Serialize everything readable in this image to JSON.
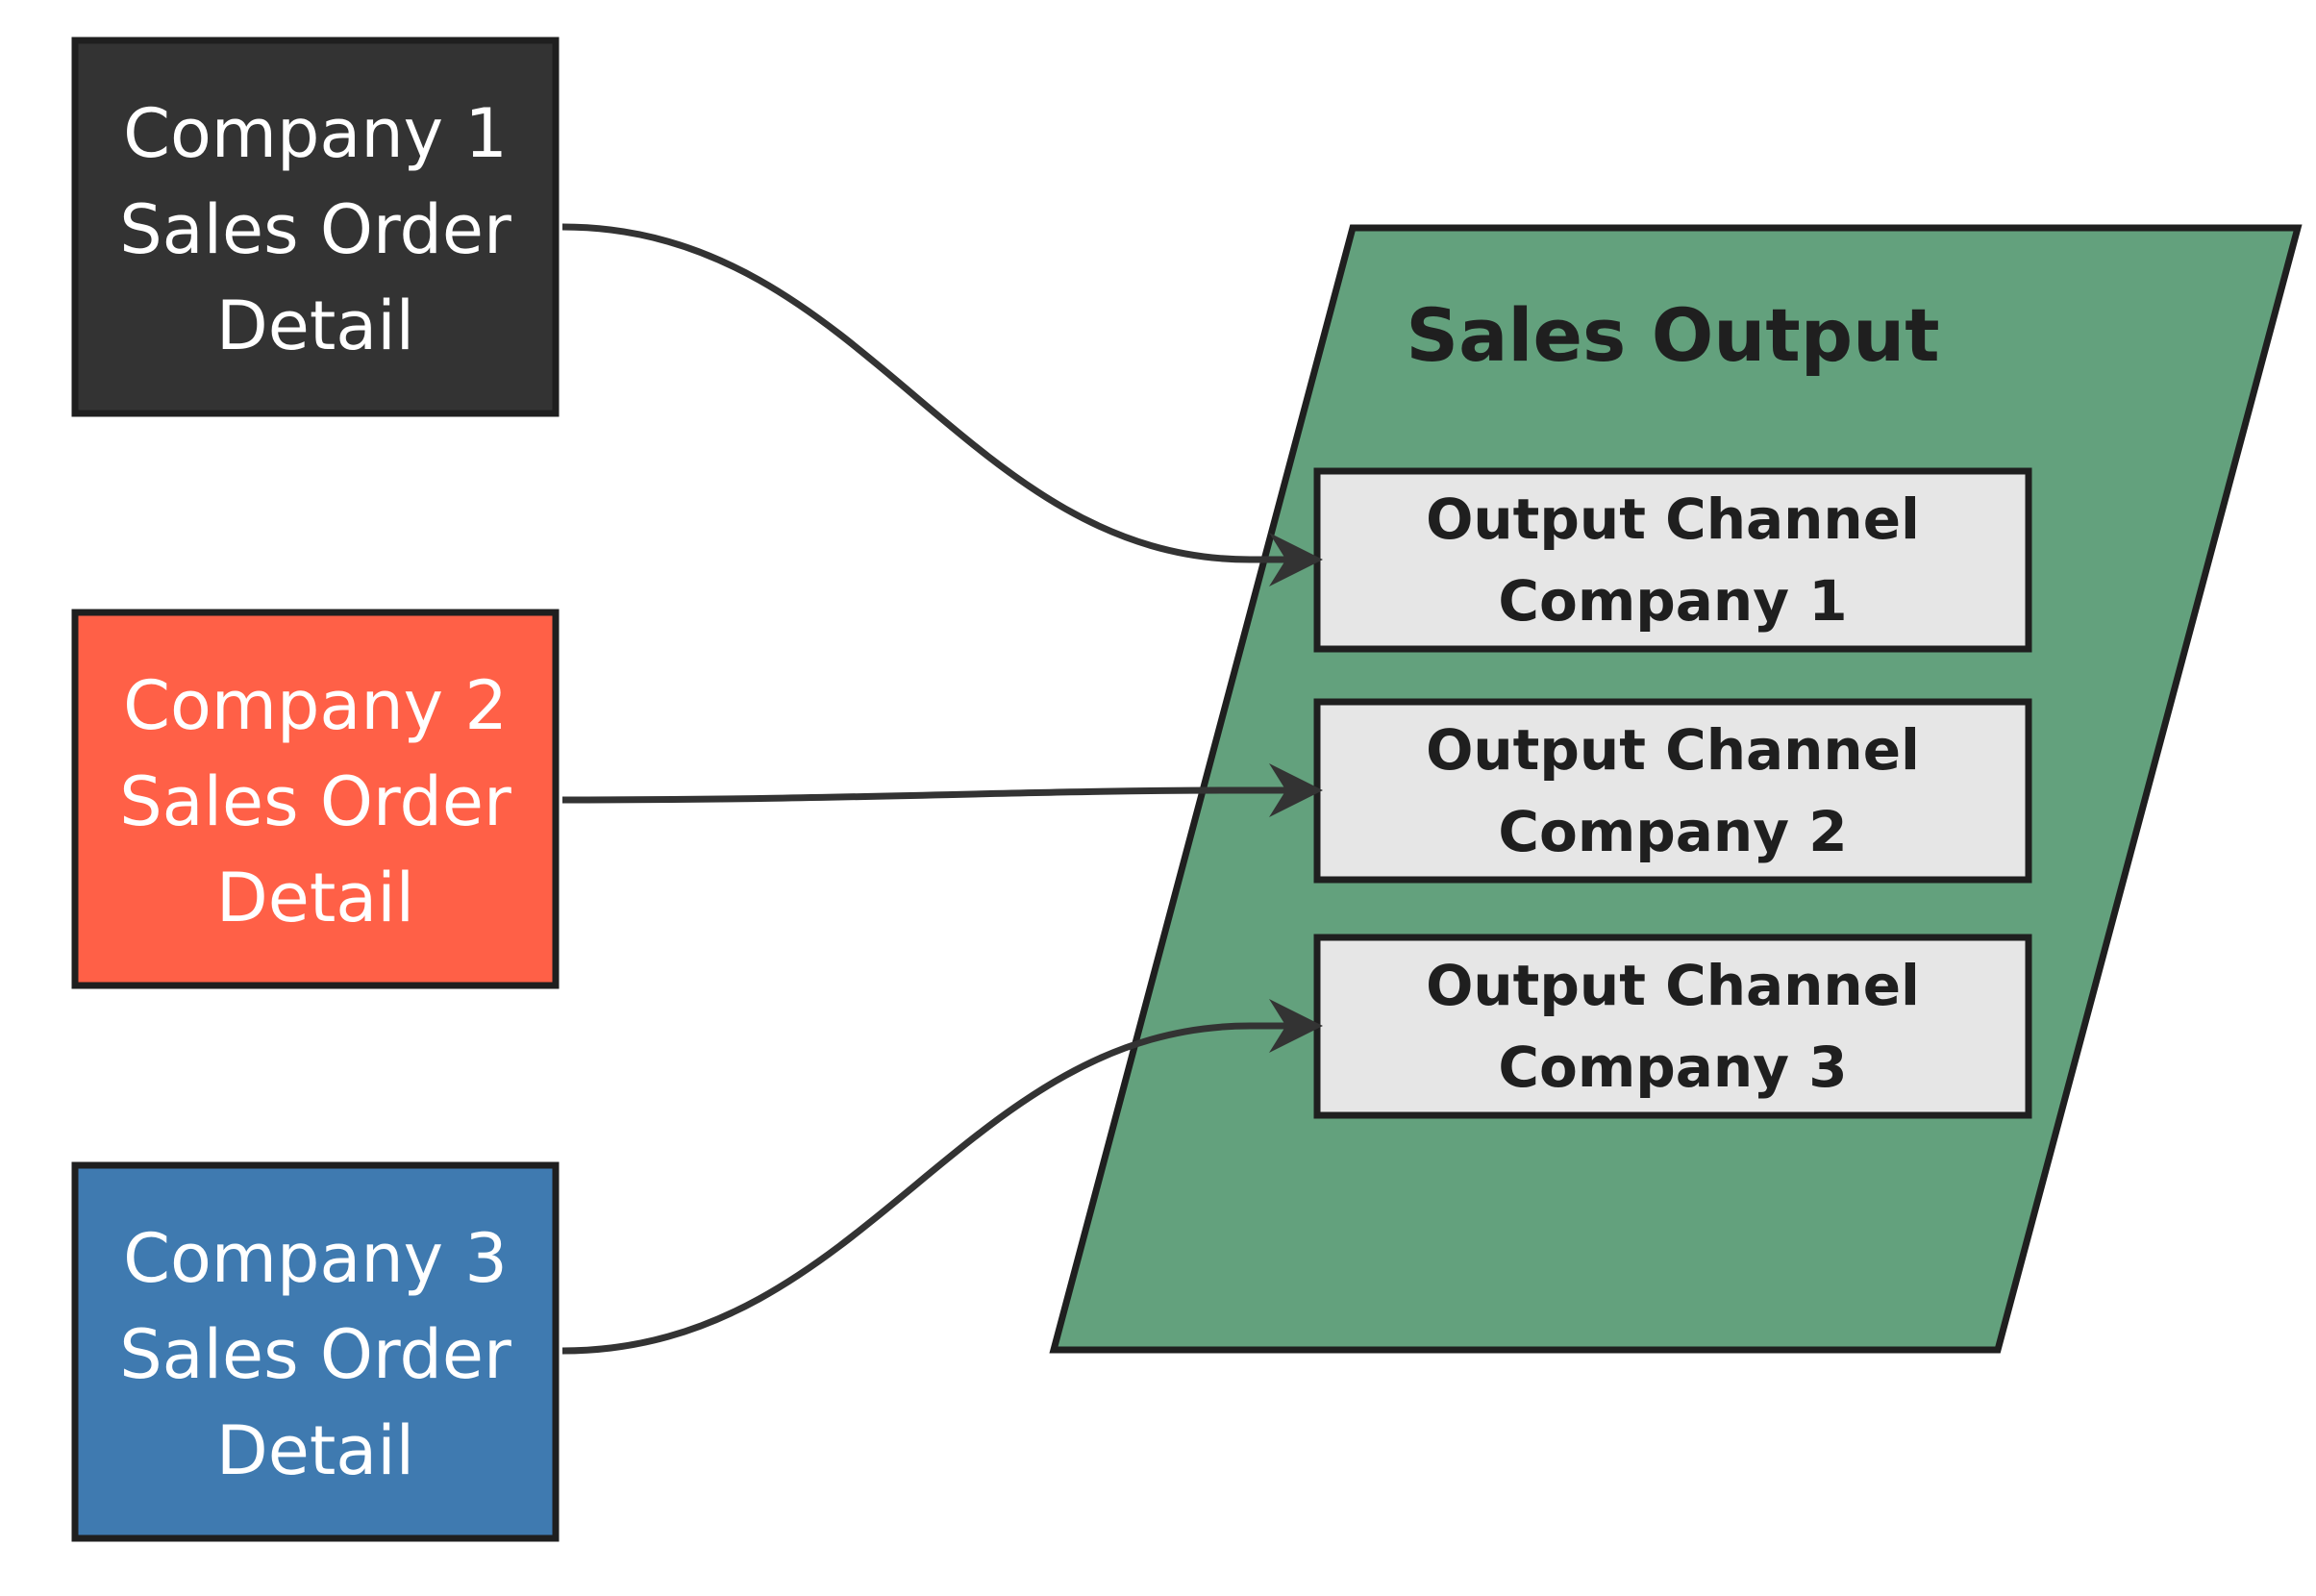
{
  "sources": [
    {
      "id": "company-1",
      "lines": [
        "Company 1",
        "Sales Order",
        "Detail"
      ],
      "fill": "#333333"
    },
    {
      "id": "company-2",
      "lines": [
        "Company 2",
        "Sales Order",
        "Detail"
      ],
      "fill": "#FF6047"
    },
    {
      "id": "company-3",
      "lines": [
        "Company 3",
        "Sales Order",
        "Detail"
      ],
      "fill": "#3F7AB0"
    }
  ],
  "group": {
    "title": "Sales Output",
    "fill": "#63A17D",
    "channels": [
      {
        "id": "channel-company-1",
        "lines": [
          "Output Channel",
          "Company 1"
        ]
      },
      {
        "id": "channel-company-2",
        "lines": [
          "Output Channel",
          "Company 2"
        ]
      },
      {
        "id": "channel-company-3",
        "lines": [
          "Output Channel",
          "Company 3"
        ]
      }
    ]
  },
  "edges": [
    {
      "from": "company-1",
      "to": "channel-company-1"
    },
    {
      "from": "company-2",
      "to": "channel-company-2"
    },
    {
      "from": "company-3",
      "to": "channel-company-3"
    }
  ],
  "colors": {
    "stroke": "#1f1f1f",
    "edge": "#333333",
    "channel_fill": "#E6E6E6"
  }
}
